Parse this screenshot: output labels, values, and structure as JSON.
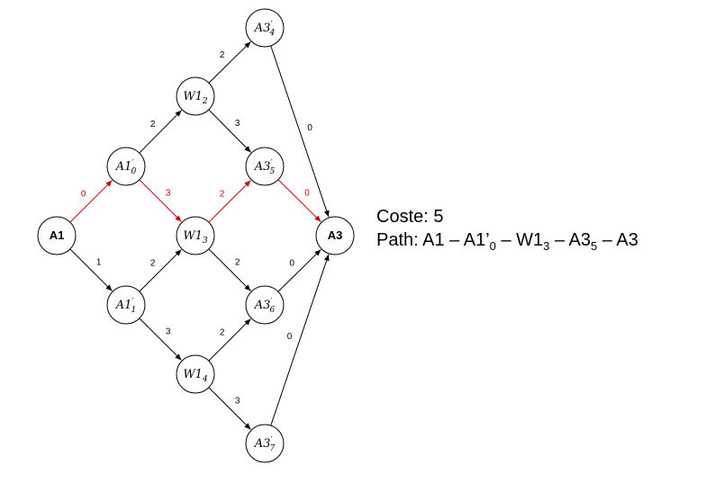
{
  "nodes": [
    {
      "id": "A1",
      "base": "A1",
      "prime": false,
      "sub": "",
      "bold": true
    },
    {
      "id": "A1p0",
      "base": "A1",
      "prime": true,
      "sub": "0",
      "bold": false
    },
    {
      "id": "A1p1",
      "base": "A1",
      "prime": true,
      "sub": "1",
      "bold": false
    },
    {
      "id": "W12",
      "base": "W1",
      "prime": false,
      "sub": "2",
      "bold": false
    },
    {
      "id": "W13",
      "base": "W1",
      "prime": false,
      "sub": "3",
      "bold": false
    },
    {
      "id": "W14",
      "base": "W1",
      "prime": false,
      "sub": "4",
      "bold": false
    },
    {
      "id": "A3p4",
      "base": "A3",
      "prime": true,
      "sub": "4",
      "bold": false
    },
    {
      "id": "A3p5",
      "base": "A3",
      "prime": true,
      "sub": "5",
      "bold": false
    },
    {
      "id": "A3p6",
      "base": "A3",
      "prime": true,
      "sub": "6",
      "bold": false
    },
    {
      "id": "A3p7",
      "base": "A3",
      "prime": true,
      "sub": "7",
      "bold": false
    },
    {
      "id": "A3",
      "base": "A3",
      "prime": false,
      "sub": "",
      "bold": true
    }
  ],
  "edges": [
    {
      "from": "A1",
      "to": "A1p0",
      "label": "0",
      "highlight": true
    },
    {
      "from": "A1",
      "to": "A1p1",
      "label": "1",
      "highlight": false
    },
    {
      "from": "A1p0",
      "to": "W12",
      "label": "2",
      "highlight": false
    },
    {
      "from": "A1p0",
      "to": "W13",
      "label": "3",
      "highlight": true
    },
    {
      "from": "A1p1",
      "to": "W13",
      "label": "2",
      "highlight": false
    },
    {
      "from": "A1p1",
      "to": "W14",
      "label": "3",
      "highlight": false
    },
    {
      "from": "W12",
      "to": "A3p4",
      "label": "2",
      "highlight": false
    },
    {
      "from": "W12",
      "to": "A3p5",
      "label": "3",
      "highlight": false
    },
    {
      "from": "W13",
      "to": "A3p5",
      "label": "2",
      "highlight": true
    },
    {
      "from": "W13",
      "to": "A3p6",
      "label": "2",
      "highlight": false
    },
    {
      "from": "W14",
      "to": "A3p6",
      "label": "2",
      "highlight": false
    },
    {
      "from": "W14",
      "to": "A3p7",
      "label": "3",
      "highlight": false
    },
    {
      "from": "A3p4",
      "to": "A3",
      "label": "0",
      "highlight": false
    },
    {
      "from": "A3p5",
      "to": "A3",
      "label": "0",
      "highlight": true
    },
    {
      "from": "A3p6",
      "to": "A3",
      "label": "0",
      "highlight": false
    },
    {
      "from": "A3p7",
      "to": "A3",
      "label": "0",
      "highlight": false
    }
  ],
  "colors": {
    "highlight": "#cc0000",
    "normal": "#000000"
  },
  "info": {
    "cost_label": "Coste: 5",
    "path_prefix": "Path: ",
    "path_steps": [
      {
        "text": "A1",
        "sub": ""
      },
      {
        "text": "A1’",
        "sub": "0"
      },
      {
        "text": "W1",
        "sub": "3"
      },
      {
        "text": "A3",
        "sub": "5"
      },
      {
        "text": "A3",
        "sub": ""
      }
    ],
    "separator": " – "
  }
}
